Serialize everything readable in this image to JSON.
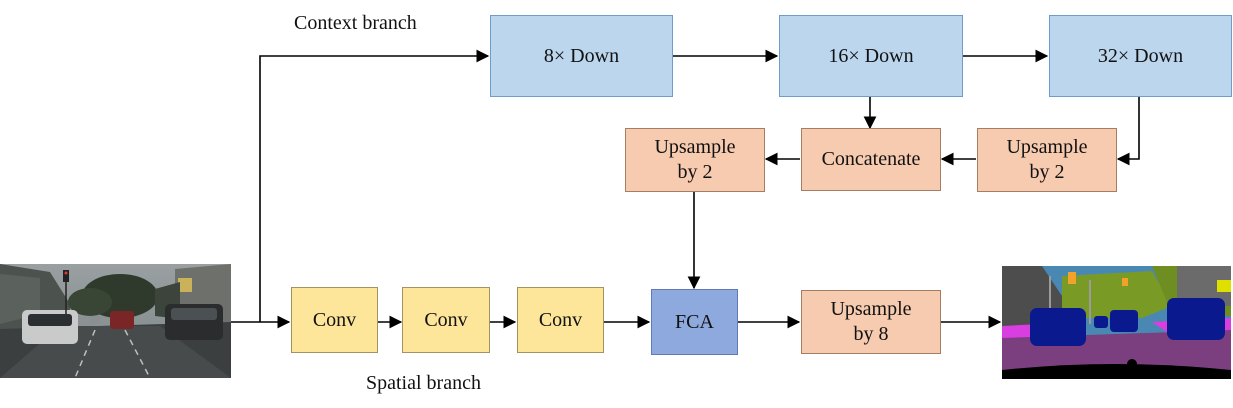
{
  "labels": {
    "context_branch": "Context branch",
    "spatial_branch": "Spatial branch"
  },
  "blocks": {
    "down8": "8× Down",
    "down16": "16× Down",
    "down32": "32× Down",
    "upsample_left": "Upsample\nby 2",
    "concatenate": "Concatenate",
    "upsample_right": "Upsample\nby 2",
    "conv1": "Conv",
    "conv2": "Conv",
    "conv3": "Conv",
    "fca": "FCA",
    "upsample_out": "Upsample\nby 8"
  },
  "colors": {
    "down_block": "#bcd6ee",
    "upsample_block": "#f6cbb0",
    "conv_block": "#fde59a",
    "fca_block": "#8ea9dd",
    "seg_sky": "#4a88b4",
    "seg_road": "#7b3f7f",
    "seg_car": "#0a1a8e",
    "seg_vegetation": "#7a9a26",
    "seg_building": "#505050"
  },
  "images": {
    "input": "street-scene-photo",
    "output": "segmentation-map"
  }
}
